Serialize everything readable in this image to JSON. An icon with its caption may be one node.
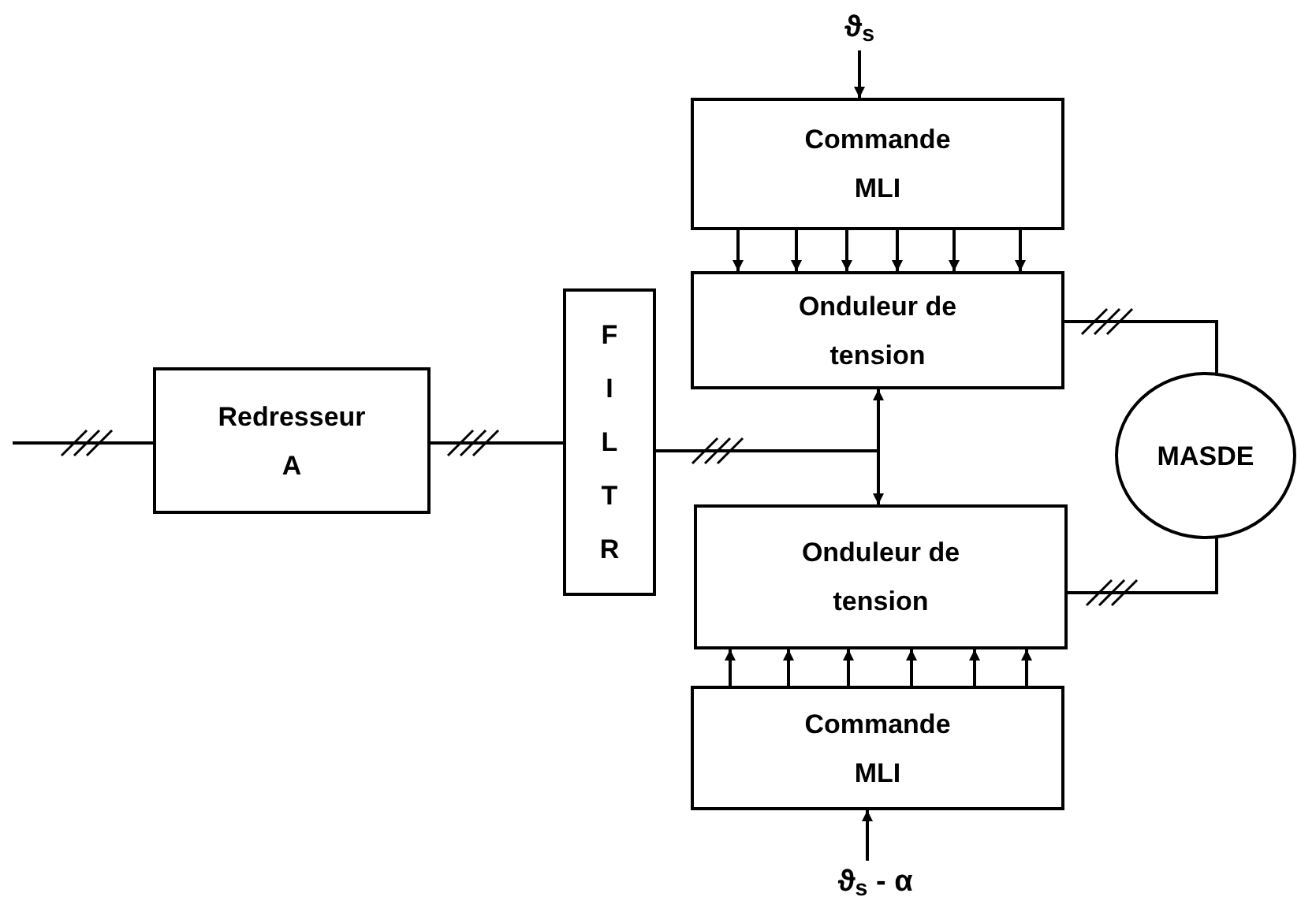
{
  "diagram": {
    "nodes": [
      {
        "text": [
          "ϑ$_{s}$"
        ]
      },
      {
        "text": [
          "Commande MLI"
        ]
      },
      {
        "text": [
          "Onduleur de tension"
        ]
      },
      {
        "text": [
          "Redresseur A"
        ]
      },
      {
        "text": [
          "F I L T R"
        ]
      },
      {
        "text": [
          "MASDE"
        ]
      },
      {
        "text": [
          "Onduleur de tension"
        ]
      },
      {
        "text": [
          "Commande MLI"
        ]
      },
      {
        "text": [
          "ϑ$_{s}$ - α"
        ]
      }
    ],
    "edges": [
      {
        "from": null,
        "to": 3,
        "arrow": "none"
      },
      {
        "from": 3,
        "to": 4,
        "arrow": "none"
      },
      {
        "from": 4,
        "to": 2,
        "arrow": "to"
      },
      {
        "from": 4,
        "to": 6,
        "arrow": "to"
      },
      {
        "from": 0,
        "to": 1,
        "arrow": "to"
      },
      {
        "from": 1,
        "to": 2,
        "arrow": "to"
      },
      {
        "from": 1,
        "to": 2,
        "arrow": "to"
      },
      {
        "from": 1,
        "to": 2,
        "arrow": "to"
      },
      {
        "from": 1,
        "to": 2,
        "arrow": "to"
      },
      {
        "from": 1,
        "to": 2,
        "arrow": "to"
      },
      {
        "from": 1,
        "to": 2,
        "arrow": "to"
      },
      {
        "from": 2,
        "to": 5,
        "arrow": "none"
      },
      {
        "from": 6,
        "to": 5,
        "arrow": "none"
      },
      {
        "from": 7,
        "to": 6,
        "arrow": "to"
      },
      {
        "from": 7,
        "to": 6,
        "arrow": "to"
      },
      {
        "from": 7,
        "to": 6,
        "arrow": "to"
      },
      {
        "from": 7,
        "to": 6,
        "arrow": "to"
      },
      {
        "from": 7,
        "to": 6,
        "arrow": "to"
      },
      {
        "from": 7,
        "to": 6,
        "arrow": "to"
      },
      {
        "from": 8,
        "to": 7,
        "arrow": "to"
      }
    ]
  }
}
